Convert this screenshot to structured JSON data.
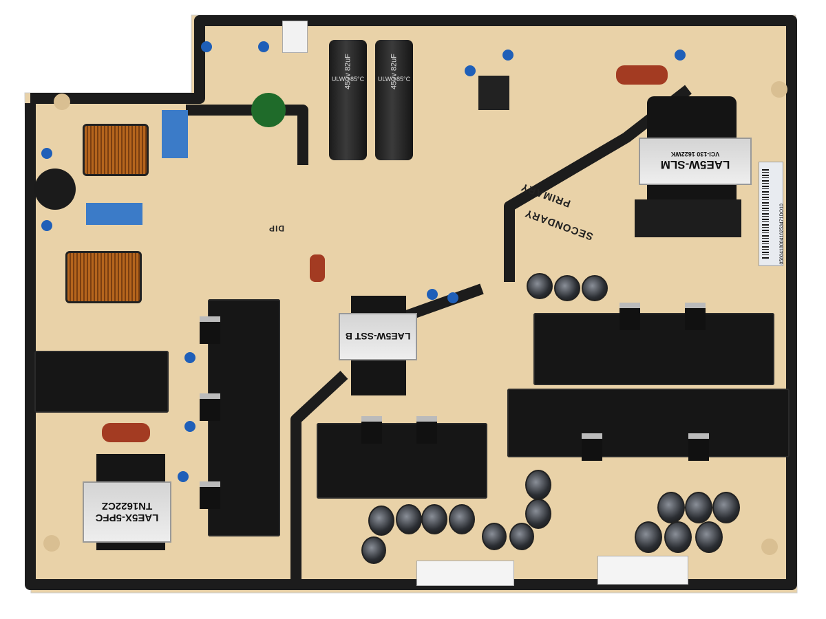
{
  "board": {
    "colors": {
      "substrate": "#e9d2a8",
      "traces": "#1c1c1c",
      "heatsink": "#161616"
    },
    "silkscreen": {
      "primary": "PRIMARY",
      "secondary": "SECONDARY",
      "dip": "DIP"
    },
    "transformers": [
      {
        "line1": "LAE5W-SLM",
        "line2": "VCI-130 1622WK"
      },
      {
        "line1": "LAE5W-SST B",
        "line2": ""
      },
      {
        "line1": "LAE5X-5PFC",
        "line2": "TN1622CZ"
      }
    ],
    "capacitors": [
      {
        "line1": "450v 82uF",
        "line2": "ULW +85°C"
      },
      {
        "line1": "450v 82uF",
        "line2": "ULW +85°C"
      }
    ],
    "barcode_label": "056041800416253471DO10"
  }
}
